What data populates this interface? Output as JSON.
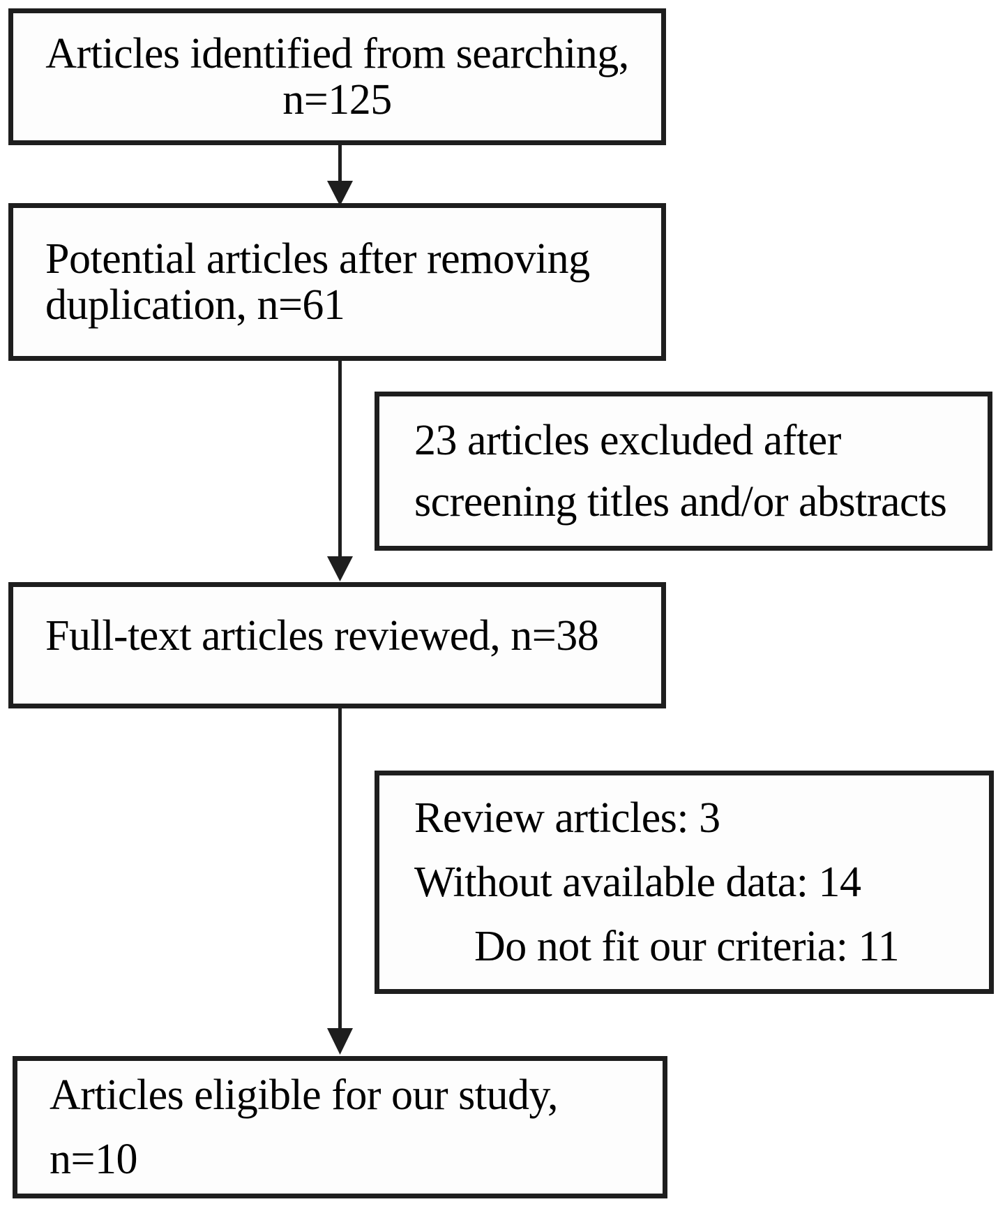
{
  "flow": {
    "identified": {
      "line1": "Articles identified from searching,",
      "line2": "n=125"
    },
    "deduplicated": {
      "line1": "Potential articles after removing",
      "line2": "duplication, n=61"
    },
    "excluded_screening": {
      "line1": "23 articles excluded after",
      "line2": "screening titles and/or abstracts"
    },
    "fulltext_reviewed": {
      "line1": "Full-text articles reviewed, n=38"
    },
    "excluded_fulltext": {
      "line1": "Review articles: 3",
      "line2": "Without available data: 14",
      "line3": "Do not fit our criteria: 11"
    },
    "eligible": {
      "line1": "Articles eligible for our study,",
      "line2": "n=10"
    }
  },
  "counts": {
    "identified": 125,
    "after_deduplication": 61,
    "excluded_after_screening": 23,
    "fulltext_reviewed": 38,
    "review_articles": 3,
    "without_available_data": 14,
    "do_not_fit_criteria": 11,
    "eligible": 10
  },
  "colors": {
    "border": "#1e1e1e",
    "arrow": "#1e1e1e",
    "text": "#000000",
    "background": "#ffffff"
  }
}
